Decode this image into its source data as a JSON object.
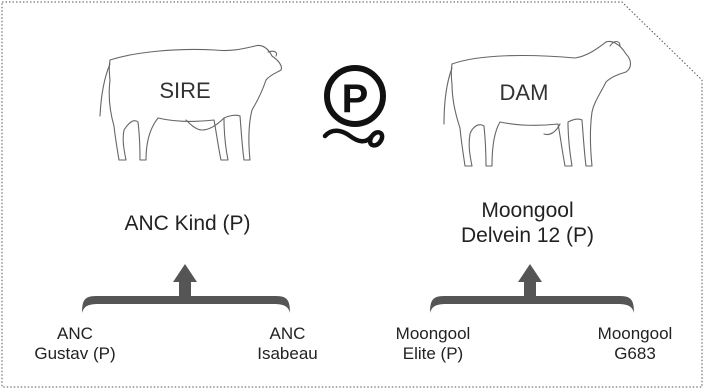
{
  "sire": {
    "role_label": "SIRE",
    "name": "ANC Kind (P)",
    "grandparents": [
      {
        "line1": "ANC",
        "line2": "Gustav (P)"
      },
      {
        "line1": "ANC",
        "line2": "Isabeau"
      }
    ]
  },
  "dam": {
    "role_label": "DAM",
    "name_line1": "Moongool",
    "name_line2": "Delvein 12 (P)",
    "grandparents": [
      {
        "line1": "Moongool",
        "line2": "Elite (P)"
      },
      {
        "line1": "Moongool",
        "line2": "G683"
      }
    ]
  },
  "center_logo": {
    "letter": "P",
    "icon": "polled-logo-icon"
  },
  "colors": {
    "arrow": "#555555",
    "outline": "#666666",
    "text": "#222222"
  }
}
